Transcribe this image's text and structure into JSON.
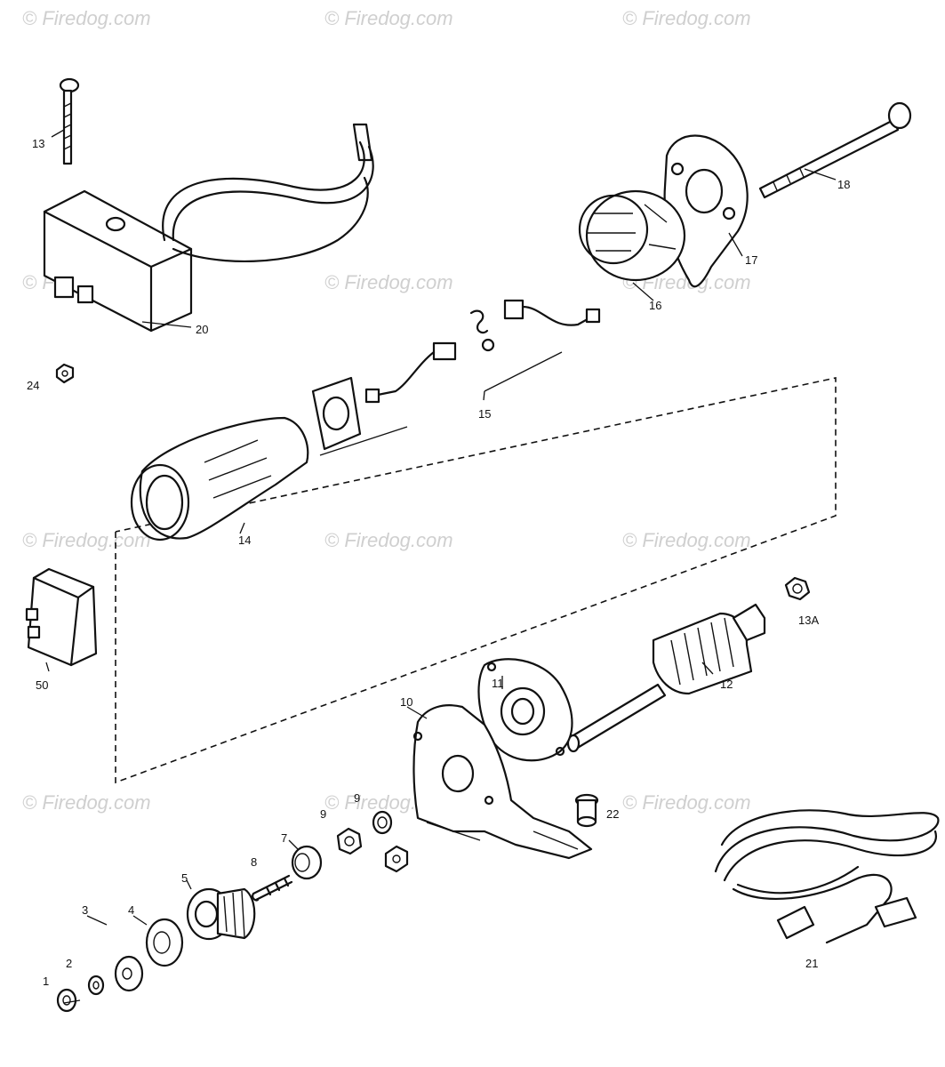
{
  "watermark": "© Firedog.com",
  "parts": [
    {
      "id": "p13",
      "label": "13"
    },
    {
      "id": "p20",
      "label": "20"
    },
    {
      "id": "p24",
      "label": "24"
    },
    {
      "id": "p18",
      "label": "18"
    },
    {
      "id": "p17",
      "label": "17"
    },
    {
      "id": "p16",
      "label": "16"
    },
    {
      "id": "p15",
      "label": "15"
    },
    {
      "id": "p14",
      "label": "14"
    },
    {
      "id": "p50",
      "label": "50"
    },
    {
      "id": "p13a",
      "label": "13A"
    },
    {
      "id": "p12",
      "label": "12"
    },
    {
      "id": "p11",
      "label": "11"
    },
    {
      "id": "p10",
      "label": "10"
    },
    {
      "id": "p22",
      "label": "22"
    },
    {
      "id": "p9",
      "label": "9"
    },
    {
      "id": "p9b",
      "label": "9"
    },
    {
      "id": "p7",
      "label": "7"
    },
    {
      "id": "p8",
      "label": "8"
    },
    {
      "id": "p5",
      "label": "5"
    },
    {
      "id": "p4",
      "label": "4"
    },
    {
      "id": "p3",
      "label": "3"
    },
    {
      "id": "p2",
      "label": "2"
    },
    {
      "id": "p1",
      "label": "1"
    },
    {
      "id": "p21",
      "label": "21"
    }
  ]
}
